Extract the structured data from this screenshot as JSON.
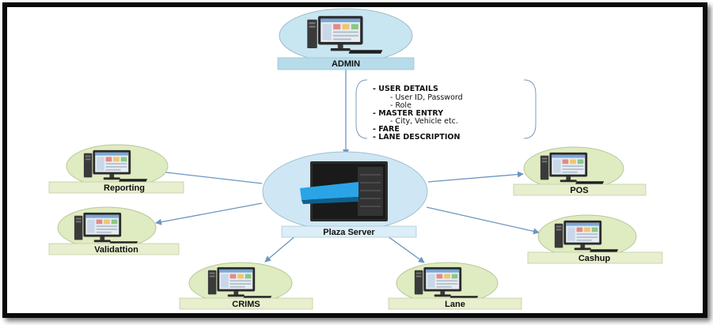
{
  "diagram": {
    "colors": {
      "admin_bg": "#c8e6f2",
      "admin_label_bg": "#b7dbe9",
      "server_bg": "#cfe7f4",
      "server_label_bg": "#dceef7",
      "client_bg": "#dfebc0",
      "client_label_bg": "#e7efcf",
      "arrow": "#6b95c2",
      "frame": "#0a0a0a"
    },
    "nodes": {
      "admin": {
        "label": "ADMIN",
        "icon": "computer-monitor-icon"
      },
      "server": {
        "label": "Plaza Server",
        "icon": "server-tower-icon"
      },
      "reporting": {
        "label": "Reporting",
        "icon": "computer-monitor-icon"
      },
      "validation": {
        "label": "Validattion",
        "icon": "computer-monitor-icon"
      },
      "crims": {
        "label": "CRIMS",
        "icon": "computer-monitor-icon"
      },
      "lane": {
        "label": "Lane",
        "icon": "computer-monitor-icon"
      },
      "pos": {
        "label": "POS",
        "icon": "computer-monitor-icon"
      },
      "cashup": {
        "label": "Cashup",
        "icon": "computer-monitor-icon"
      }
    },
    "notes": {
      "user_details": "- USER DETAILS",
      "user_id_password": "- User ID, Password",
      "role": "- Role",
      "master_entry": "- MASTER ENTRY",
      "city_vehicle": "- City, Vehicle etc.",
      "fare": "- FARE",
      "lane_description": "- LANE DESCRIPTION"
    }
  }
}
